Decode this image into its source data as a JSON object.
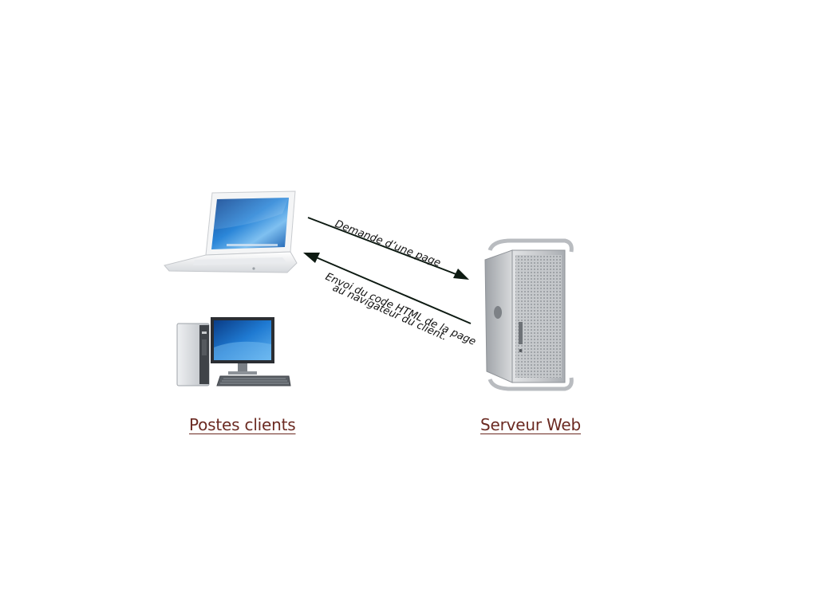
{
  "diagram": {
    "clients": {
      "label": "Postes clients",
      "laptop_icon": "laptop-icon",
      "desktop_icon": "desktop-computer-icon"
    },
    "server": {
      "label": "Serveur Web",
      "server_icon": "server-tower-icon"
    },
    "request_arrow": {
      "label": "Demande d’une page",
      "direction": "client-to-server"
    },
    "response_arrow": {
      "label_line1": "Envoi du code HTML de la page",
      "label_line2": "au navigateur du client.",
      "direction": "server-to-client"
    },
    "colors": {
      "caption": "#6b2a22",
      "arrow": "#0d1a12",
      "screen_blue": "#1f6fc4",
      "server_silver": "#c7c9cc"
    }
  }
}
